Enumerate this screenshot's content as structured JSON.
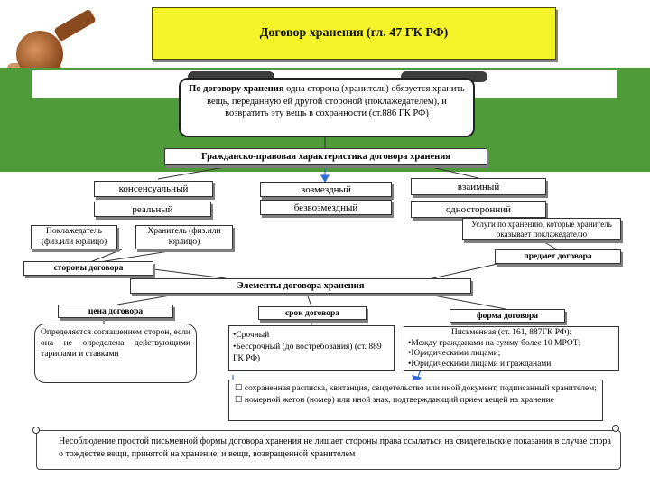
{
  "title": "Договор хранения (гл. 47 ГК РФ)",
  "definition": {
    "bold_lead": "По договору хранения",
    "text": " одна сторона (хранитель) обязуется хранить вещь, переданную ей другой стороной (поклажедателем), и возвратить эту вещь в сохранности (ст.886 ГК РФ)"
  },
  "characteristic_header": "Гражданско-правовая характеристика договора хранения",
  "characteristics": {
    "consensual": "консенсуальный",
    "real": "реальный",
    "paid": "возмездный",
    "free": "безвозмездный",
    "mutual": "взаимный",
    "unilateral": "односторонний"
  },
  "parties": {
    "depositor": "Поклажедатель (физ.или юрлицо)",
    "keeper": "Хранитель (физ.или юрлицо)",
    "label": "стороны договора"
  },
  "subject": {
    "text": "Услуги по хранению, которые хранитель оказывает поклажедателю",
    "label": "предмет договора"
  },
  "elements_header": "Элементы договора хранения",
  "price": {
    "label": "цена договора",
    "text": "Определяется соглашением сторон, если она не определена действующими тарифами и ставками"
  },
  "term": {
    "label": "срок договора",
    "items": [
      "•Срочный",
      "•Бессрочный (до востребования) (ст. 889 ГК РФ)"
    ]
  },
  "form": {
    "label": "форма договора",
    "head": "Письменная (ст. 161, 887ГК РФ):",
    "items": [
      "•Между гражданами на сумму более 10 МРОТ;",
      "•Юридическими лицами;",
      "•Юридическими лицами и гражданами"
    ]
  },
  "documents": [
    "сохраненная расписка, квитанция, свидетельство или иной документ, подписанный хранителем;",
    "номерной жетон (номер) или иной знак, подтверждающий прием вещей на хранение"
  ],
  "bottom_note": "Несоблюдение простой письменной формы договора хранения не лишает стороны права ссылаться на свидетельские показания в случае спора о тождестве вещи, принятой на хранение, и вещи, возвращенной хранителем",
  "colors": {
    "banner": "#f5f32a",
    "band": "#4f9b3a",
    "arrow": "#2f6fd6"
  }
}
